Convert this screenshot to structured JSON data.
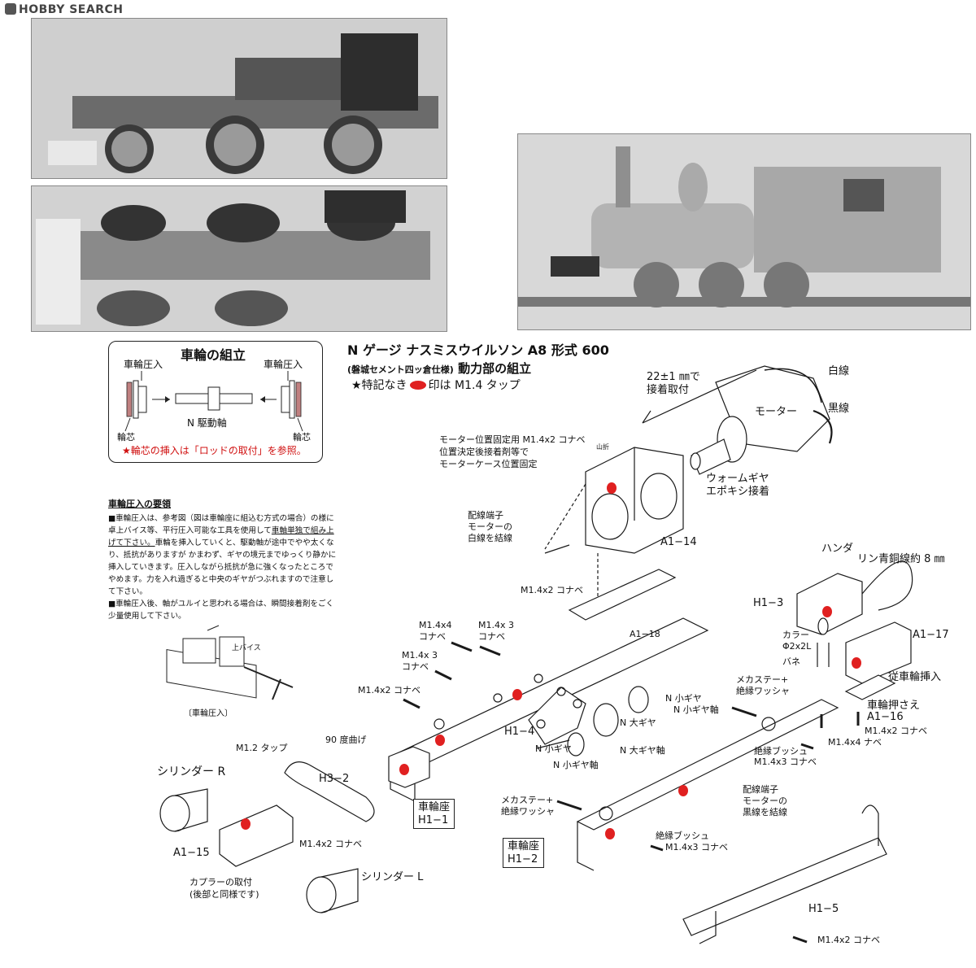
{
  "site": {
    "logo_text": "HOBBY SEARCH"
  },
  "title": {
    "line1": "N ゲージ ナスミスウイルソン A8 形式 600",
    "line2_small": "(磐城セメント四ッ倉仕様)",
    "line2_main": "動力部の組立"
  },
  "legend": {
    "prefix": "★特記なき",
    "suffix": "印は M1.4 タップ"
  },
  "wheel_box": {
    "title": "車輪の組立",
    "left_label": "車輪圧入",
    "right_label": "車輪圧入",
    "axle_label": "N 駆動軸",
    "core_left": "輪芯",
    "core_right": "輪芯",
    "note": "★輪芯の挿入は「ロッドの取付」を参照。"
  },
  "notes": {
    "heading": "車輪圧入の要領",
    "p1a": "■車輪圧入は、参考図（図は車輪座に組込む方式の場合）の様に卓上バイス等、平行圧入可能な工具を使用して",
    "p1u": "車軸単独で組み上げて下さい。",
    "p1b": "車輪を挿入していくと、駆動軸が途中でやや太くなり、抵抗がありますが かまわず、ギヤの境元までゆっくり静かに挿入していきます。圧入しながら抵抗が急に強くなったところでやめます。力を入れ過ぎると中央のギヤがつぶれますので注意して下さい。",
    "p2": "■車輪圧入後、軸がユルイと思われる場合は、瞬間接着剤をごく少量使用して下さい。",
    "vise_label": "上バイス",
    "vise_caption": "〔車輪圧入〕"
  },
  "motor": {
    "dim": "22±1 ㎜で",
    "dim2": "接着取付",
    "white": "白線",
    "black": "黒線",
    "motor": "モーター",
    "worm1": "ウォームギヤ",
    "worm2": "エポキシ接着"
  },
  "labels": {
    "motor_fix1": "モーター位置固定用 M1.4x2 コナベ",
    "motor_fix2": "位置決定後接着剤等で",
    "motor_fix3": "モーターケース位置固定",
    "yamaori": "山折",
    "wiring1": "配線端子",
    "wiring2": "モーターの",
    "wiring3": "白線を結線",
    "a1_14": "A1−14",
    "m14x2_a": "M1.4x2 コナベ",
    "a1_18": "A1−18",
    "m14x4_1": "M1.4x4",
    "m14x4_2": "コナベ",
    "m14x3_1": "M1.4x 3",
    "m14x3_2": "コナベ",
    "m14x3b_1": "M1.4x 3",
    "m14x3b_2": "コナベ",
    "m14x2_b": "M1.4x2 コナベ",
    "handa": "ハンダ",
    "rin": "リン青銅線約 8 ㎜",
    "h1_3": "H1−3",
    "collar1": "カラー",
    "collar2": "Φ2x2L",
    "bane": "バネ",
    "a1_17": "A1−17",
    "follower": "従車輪挿入",
    "mekastay1": "メカステー+",
    "mekastay2": "絶縁ワッシャ",
    "n_small_gear_a": "N 小ギヤ",
    "n_small_gear_axle_a": "N 小ギヤ軸",
    "n_big_gear": "N 大ギヤ",
    "n_big_gear_axle": "N 大ギヤ軸",
    "n_small_gear_b": "N 小ギヤ",
    "n_small_gear_axle_b": "N 小ギヤ軸",
    "h1_4": "H1−4",
    "wheel_press1": "車輪押さえ",
    "wheel_press2": "A1−16",
    "m14x2_c": "M1.4x2 コナベ",
    "m14x4_nabe": "M1.4x4 ナベ",
    "bush1": "絶縁ブッシュ",
    "bush1b": "M1.4x3 コナベ",
    "wiring_b1": "配線端子",
    "wiring_b2": "モーターの",
    "wiring_b3": "黒線を結線",
    "m12": "M1.2 タップ",
    "bend90": "90 度曲げ",
    "cyl_r": "シリンダー R",
    "h3_2": "H3−2",
    "wheelseat1_a": "車輪座",
    "wheelseat1_b": "H1−1",
    "mekastay_b1": "メカステー+",
    "mekastay_b2": "絶縁ワッシャ",
    "a1_15": "A1−15",
    "m14x2_d": "M1.4x2 コナベ",
    "cyl_l": "シリンダー L",
    "coupler1": "カプラーの取付",
    "coupler2": "(後部と同様です)",
    "wheelseat2_a": "車輪座",
    "wheelseat2_b": "H1−2",
    "bush2": "絶縁ブッシュ",
    "bush2b": "M1.4x3 コナベ",
    "h1_5": "H1−5",
    "m14x2_e": "M1.4x2 コナベ"
  },
  "colors": {
    "tap_mark": "#e02020",
    "note_red": "#d01010"
  }
}
